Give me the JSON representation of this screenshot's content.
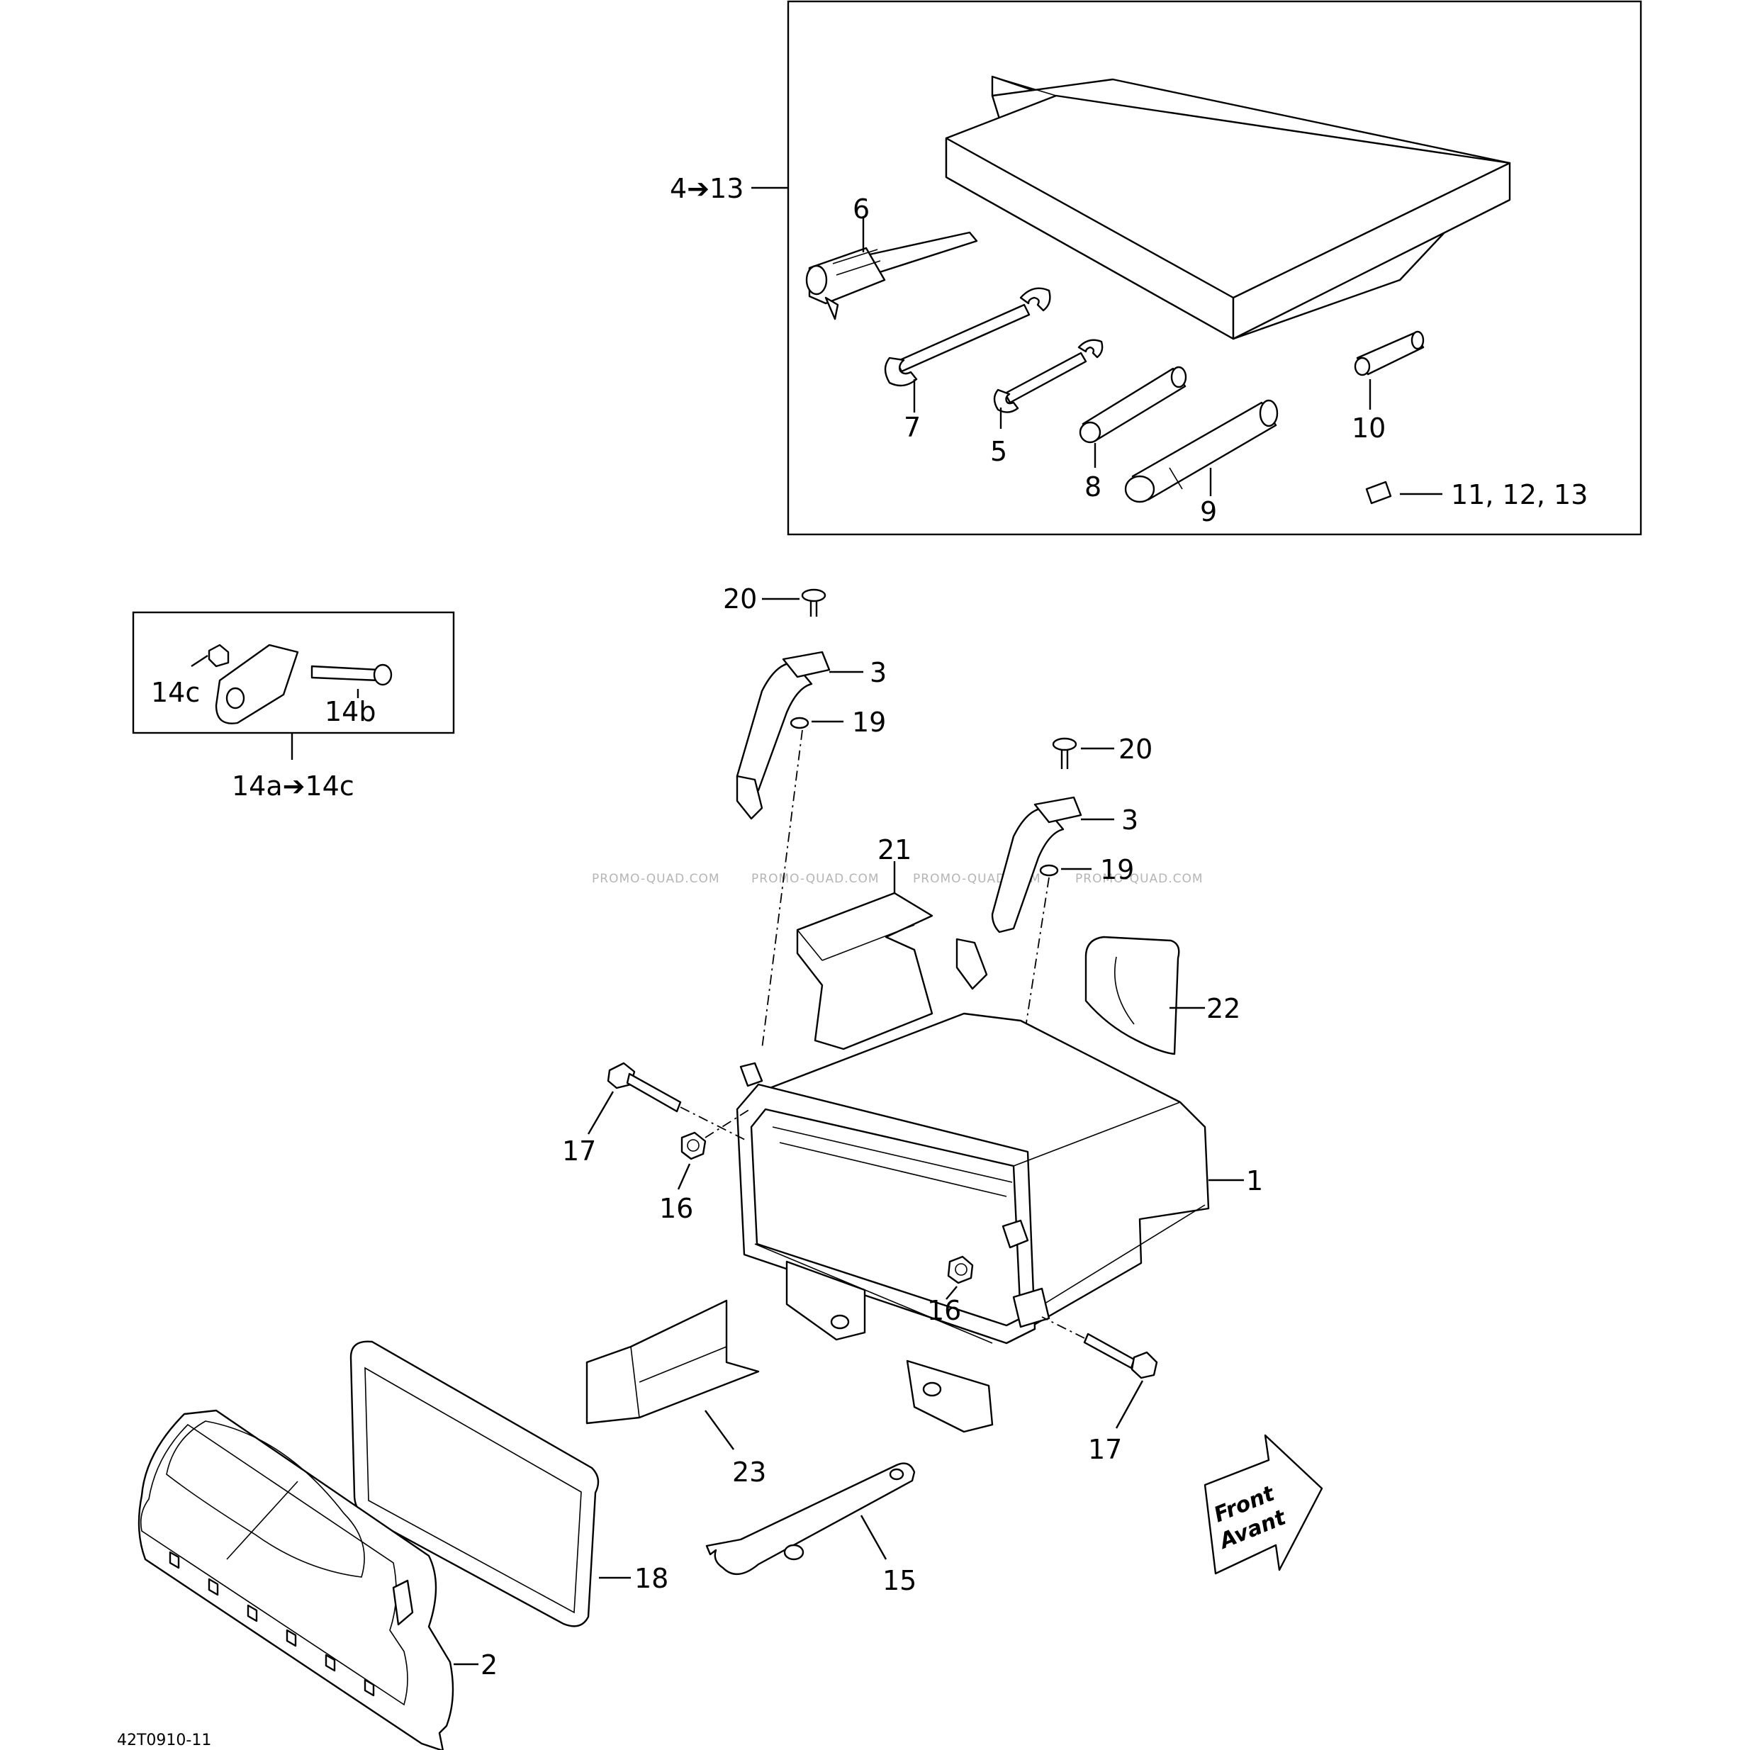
{
  "diagram_id": "42T0910-11",
  "watermark": "PROMO-QUAD.COM",
  "direction_arrow": {
    "line1": "Front",
    "line2": "Avant"
  },
  "callouts": {
    "c1": "1",
    "c2": "2",
    "c3a": "3",
    "c3b": "3",
    "c4_13": "4➔13",
    "c5": "5",
    "c6": "6",
    "c7": "7",
    "c8": "8",
    "c9": "9",
    "c10": "10",
    "c11_13": "11, 12, 13",
    "c14a_14c": "14a➔14c",
    "c14b": "14b",
    "c14c": "14c",
    "c15": "15",
    "c16a": "16",
    "c16b": "16",
    "c17a": "17",
    "c17b": "17",
    "c18": "18",
    "c19a": "19",
    "c19b": "19",
    "c20a": "20",
    "c20b": "20",
    "c21": "21",
    "c22": "22",
    "c23": "23"
  },
  "parts": [
    "storage-box",
    "front-cover",
    "handle-left",
    "handle-right",
    "tool-bag",
    "wrench-small",
    "screwdriver",
    "wrench-large",
    "spark-plug-socket",
    "tube-wrench",
    "fuse-puller",
    "fuse",
    "bracket-kit",
    "latch-key",
    "nut-left",
    "nut-right",
    "bolt-left",
    "bolt-right",
    "gasket",
    "washer-left",
    "washer-right",
    "screw-left",
    "screw-right",
    "insulation-pad-21",
    "foam-pad-22",
    "insulation-pad-23"
  ]
}
